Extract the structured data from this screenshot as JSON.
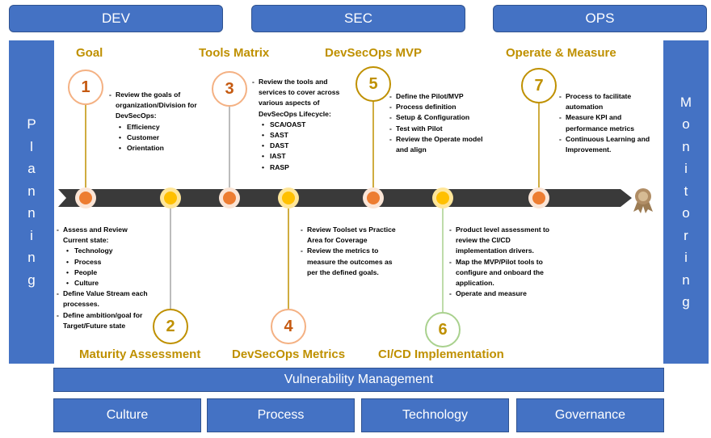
{
  "headers": {
    "dev": "DEV",
    "sec": "SEC",
    "ops": "OPS"
  },
  "sides": {
    "left": [
      "P",
      "l",
      "a",
      "n",
      "n",
      "i",
      "n",
      "g"
    ],
    "right": [
      "M",
      "o",
      "n",
      "i",
      "t",
      "o",
      "r",
      "i",
      "n",
      "g"
    ]
  },
  "steps": [
    {
      "num": "1",
      "title": "Goal",
      "items": [
        {
          "text": "Review the goals of organization/Division for DevSecOps:",
          "subs": [
            "Efficiency",
            "Customer",
            "Orientation"
          ]
        }
      ]
    },
    {
      "num": "2",
      "title": "Maturity Assessment",
      "items": [
        {
          "text": "Assess and Review Current state:",
          "subs": [
            "Technology",
            "Process",
            "People",
            "Culture"
          ]
        },
        {
          "text": "Define Value Stream each processes.",
          "subs": []
        },
        {
          "text": "Define ambition/goal for Target/Future state",
          "subs": []
        }
      ]
    },
    {
      "num": "3",
      "title": "Tools Matrix",
      "items": [
        {
          "text": "Review the tools and services to cover across various aspects of DevSecOps Lifecycle:",
          "subs": [
            "SCA/OAST",
            "SAST",
            "DAST",
            "IAST",
            "RASP"
          ]
        }
      ]
    },
    {
      "num": "4",
      "title": "DevSecOps Metrics",
      "items": [
        {
          "text": "Review Toolset vs Practice Area for Coverage",
          "subs": []
        },
        {
          "text": "Review the metrics to measure the outcomes as per the defined goals.",
          "subs": []
        }
      ]
    },
    {
      "num": "5",
      "title": "DevSecOps MVP",
      "items": [
        {
          "text": "Define the Pilot/MVP",
          "subs": []
        },
        {
          "text": "Process definition",
          "subs": []
        },
        {
          "text": "Setup & Configuration",
          "subs": []
        },
        {
          "text": "Test with Pilot",
          "subs": []
        },
        {
          "text": "Review the Operate model and align",
          "subs": []
        }
      ]
    },
    {
      "num": "6",
      "title": "CI/CD Implementation",
      "items": [
        {
          "text": "Product level assessment to review the CI/CD implementation drivers.",
          "subs": []
        },
        {
          "text": "Map the MVP/Pilot tools to configure and onboard the application.",
          "subs": []
        },
        {
          "text": "Operate and measure",
          "subs": []
        }
      ]
    },
    {
      "num": "7",
      "title": "Operate & Measure",
      "items": [
        {
          "text": "Process to facilitate automation",
          "subs": []
        },
        {
          "text": "Measure KPI and performance metrics",
          "subs": []
        },
        {
          "text": "Continuous Learning and Improvement.",
          "subs": []
        }
      ]
    }
  ],
  "vulnerability": "Vulnerability Management",
  "pillars": [
    "Culture",
    "Process",
    "Technology",
    "Governance"
  ],
  "colors": {
    "blue": "#4472c4",
    "gold": "#bf9000",
    "orange": "#ed7d31",
    "arrow": "#3a3a3a"
  }
}
